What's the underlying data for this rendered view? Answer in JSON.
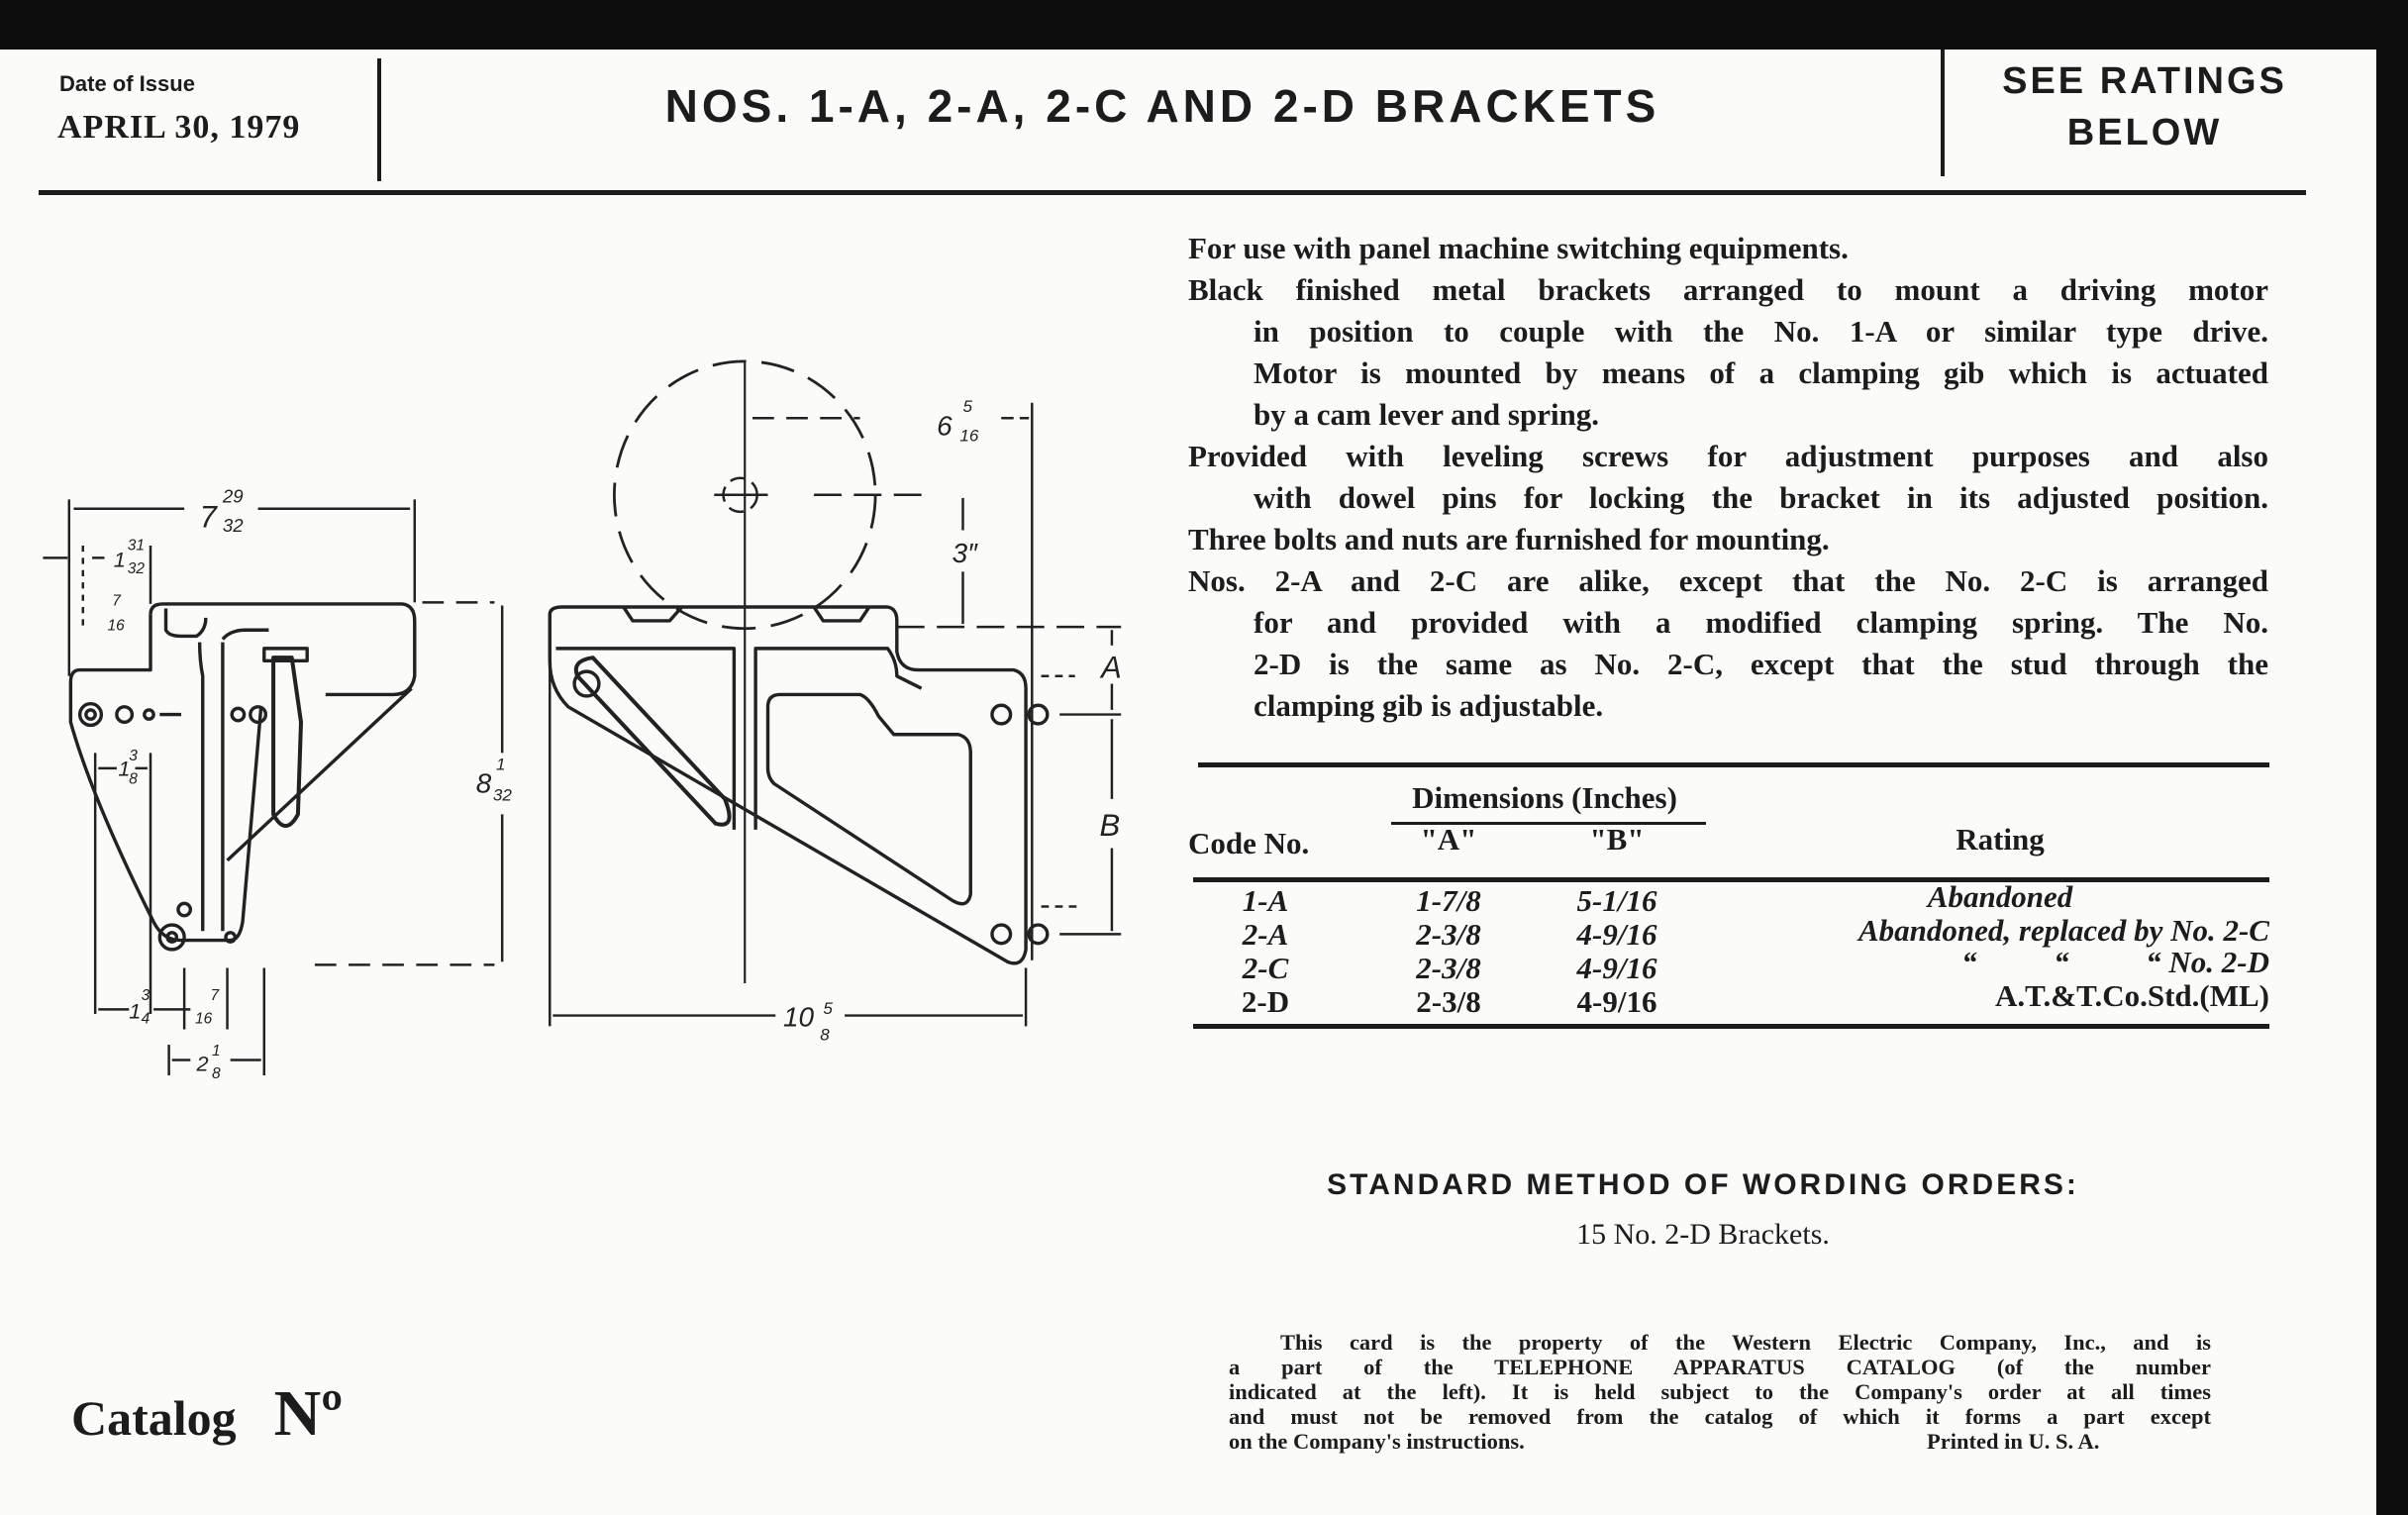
{
  "header": {
    "date_label": "Date of Issue",
    "date_value": "APRIL 30, 1979",
    "title": "NOS. 1-A, 2-A, 2-C AND 2-D BRACKETS",
    "ratings_note": [
      "SEE RATINGS",
      "BELOW"
    ]
  },
  "description": [
    [
      "For use with panel machine switching equipments."
    ],
    [
      "Black finished metal brackets arranged to mount a driving motor",
      "in position to couple with the No. 1-A or similar type drive.",
      "Motor is mounted by means of a clamping gib which is actuated",
      "by a cam lever and spring."
    ],
    [
      "Provided with leveling screws for adjustment purposes and also",
      "with dowel pins for locking the bracket in its adjusted position."
    ],
    [
      "Three bolts and nuts are furnished for mounting."
    ],
    [
      "Nos. 2-A and 2-C are alike, except that the No. 2-C is arranged",
      "for and provided with a modified clamping spring.   The No.",
      "2-D is the same as No. 2-C, except that the stud through the",
      "clamping gib is adjustable."
    ]
  ],
  "table": {
    "group_header": "Dimensions (Inches)",
    "headers": {
      "code": "Code No.",
      "a": "\"A\"",
      "b": "\"B\"",
      "rating": "Rating"
    },
    "rows": [
      {
        "code": "1-A",
        "a": "1-7/8",
        "b": "5-1/16",
        "rating": "Abandoned"
      },
      {
        "code": "2-A",
        "a": "2-3/8",
        "b": "4-9/16",
        "rating": "Abandoned, replaced by No. 2-C"
      },
      {
        "code": "2-C",
        "a": "2-3/8",
        "b": "4-9/16",
        "rating": "“          “          “ No. 2-D"
      },
      {
        "code": "2-D",
        "a": "2-3/8",
        "b": "4-9/16",
        "rating": "A.T.&T.Co.Std.(ML)"
      }
    ]
  },
  "ordering": {
    "title": "STANDARD METHOD OF WORDING ORDERS:",
    "example": "15 No. 2-D Brackets."
  },
  "fine_print": [
    "This card is the property of the Western Electric Company, Inc., and is",
    "a part of the TELEPHONE APPARATUS CATALOG (of the number",
    "indicated at the left).  It is held subject to the Company's order at all times",
    "and must not be removed from the catalog of which it forms a part except",
    "on the Company's instructions."
  ],
  "printed_in": "Printed in U. S. A.",
  "catalog": {
    "label": "Catalog",
    "no": "Nº"
  },
  "drawing": {
    "dims": {
      "overall_width": {
        "whole": "7",
        "num": "29",
        "den": "32"
      },
      "top_offset": {
        "whole": "1",
        "num": "31",
        "den": "32"
      },
      "lip": {
        "whole": "",
        "num": "7",
        "den": "16"
      },
      "hole_offset": {
        "whole": "1",
        "num": "3",
        "den": "8"
      },
      "base_left": {
        "whole": "1",
        "num": "3",
        "den": "4"
      },
      "base_mid": {
        "whole": "",
        "num": "7",
        "den": "16"
      },
      "base_total": {
        "whole": "2",
        "num": "1",
        "den": "8"
      },
      "height": {
        "whole": "8",
        "num": "1",
        "den": "32"
      },
      "shaft_offset": {
        "whole": "6",
        "num": "5",
        "den": "16"
      },
      "shaft_height": "3″",
      "length": {
        "whole": "10",
        "num": "5",
        "den": "8"
      },
      "label_a": "A",
      "label_b": "B"
    }
  }
}
